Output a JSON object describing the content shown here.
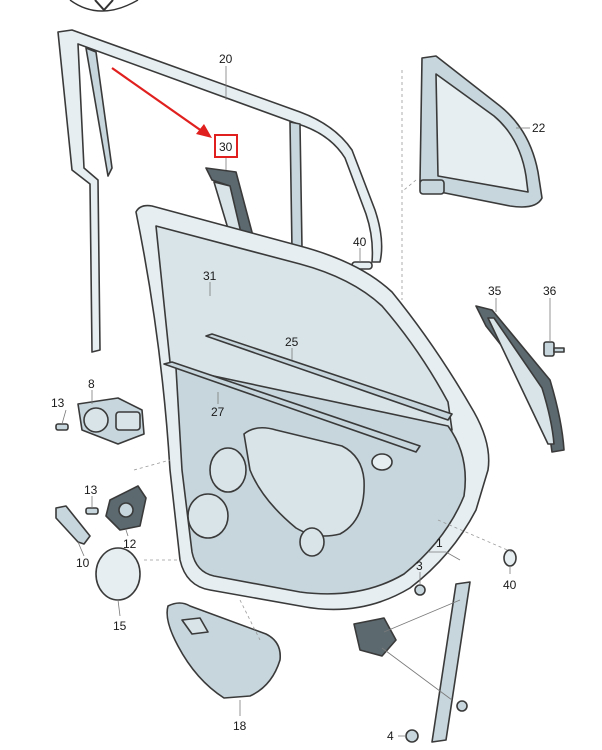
{
  "diagram": {
    "highlight_color": "#e0201e",
    "parts": {
      "p20": "20",
      "p22": "22",
      "p30": "30",
      "p40a": "40",
      "p31": "31",
      "p35": "35",
      "p36": "36",
      "p25": "25",
      "p8": "8",
      "p13a": "13",
      "p27": "27",
      "p13b": "13",
      "p12": "12",
      "p10": "10",
      "p1": "1",
      "p3": "3",
      "p40b": "40",
      "p15": "15",
      "p18": "18",
      "p4": "4"
    }
  }
}
